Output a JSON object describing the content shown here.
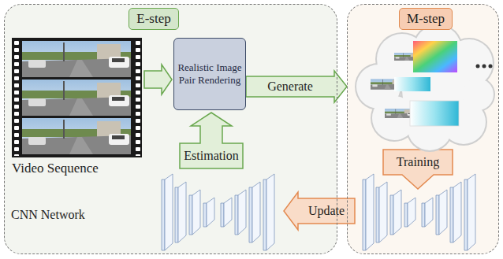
{
  "diagram": {
    "nodes": [
      {
        "text": [
          "E-step"
        ]
      },
      {
        "text": [
          "Realistic Image Pair Rendering"
        ],
        "in": 0
      },
      {
        "text": [
          "M-step"
        ]
      }
    ],
    "edges": [
      {
        "from": 1,
        "to": 2,
        "arrow": "to",
        "label": "Generate"
      }
    ],
    "labels": [
      "Video Sequence",
      "Estimation",
      "CNN Network",
      "Update",
      "Training"
    ]
  }
}
